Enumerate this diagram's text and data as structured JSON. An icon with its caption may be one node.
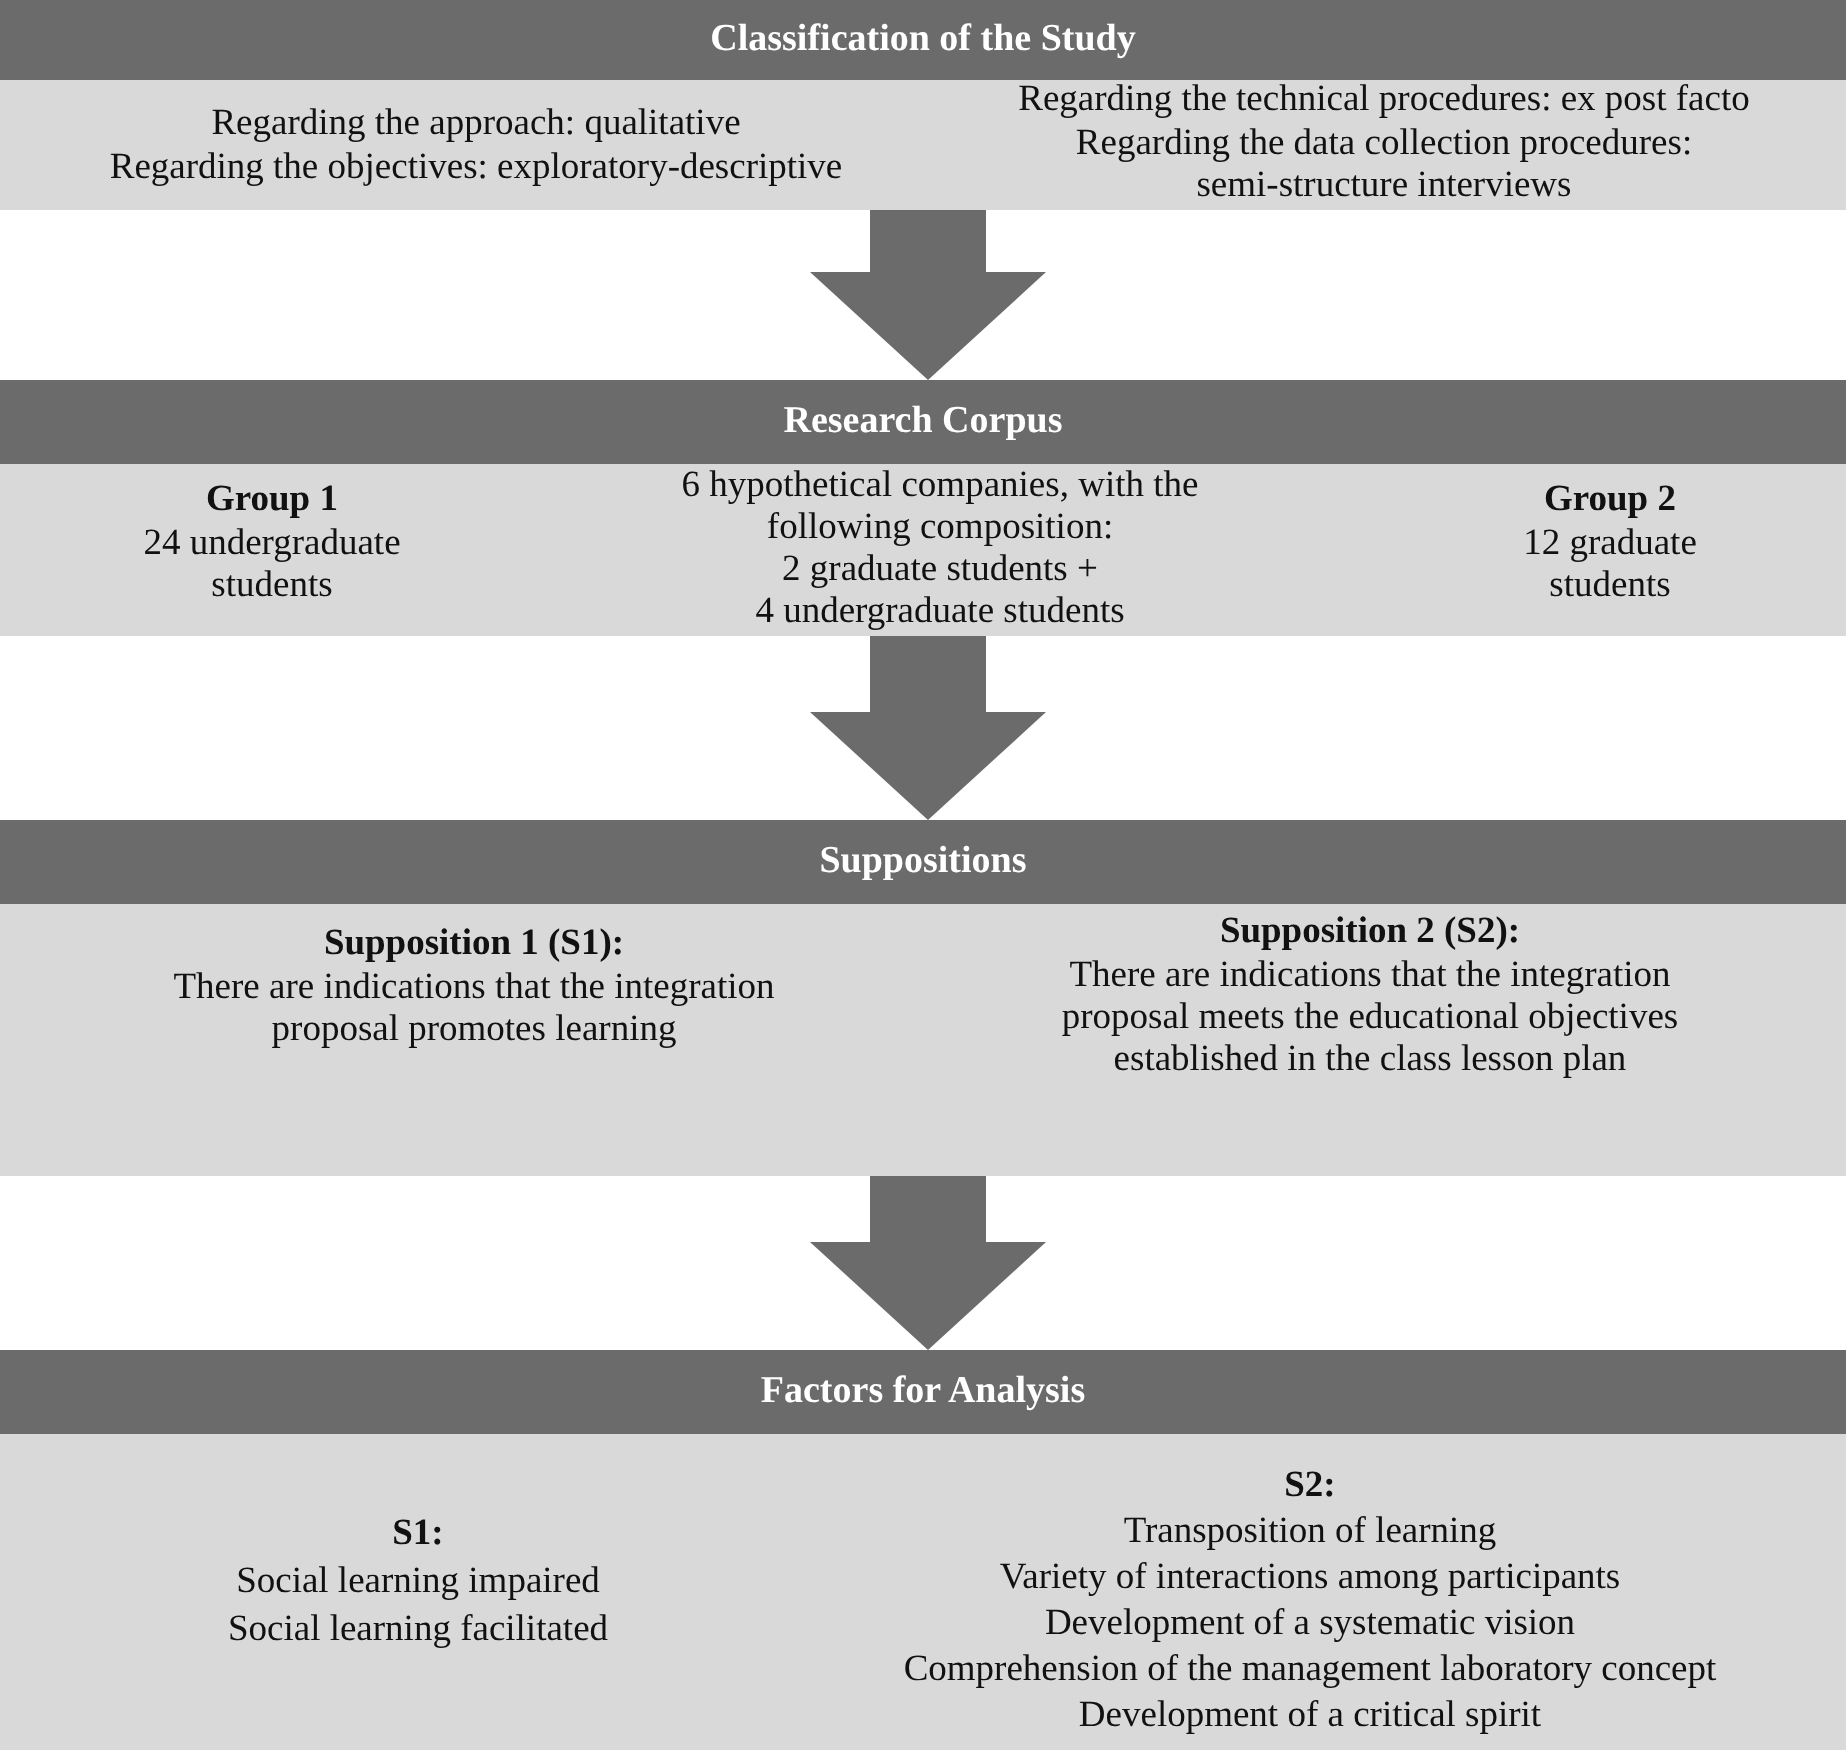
{
  "diagram": {
    "nodes": [
      {
        "text": [
          "Classification of the Study"
        ]
      },
      {
        "text": [
          "Regarding the approach: qualitative",
          "Regarding the objectives: exploratory-descriptive",
          "Regarding the technical procedures: ex post facto",
          "Regarding the data collection procedures: semi-structure interviews"
        ]
      },
      {
        "text": [
          "Research Corpus"
        ]
      },
      {
        "text": [
          "Group 1",
          "24 undergraduate students",
          "6 hypothetical companies, with the following composition:",
          "2 graduate students +",
          "4 undergraduate students",
          "Group 2",
          "12 graduate students"
        ]
      },
      {
        "text": [
          "Suppositions"
        ]
      },
      {
        "text": [
          "Supposition 1 (S1):",
          "There are indications that the integration proposal promotes learning",
          "Supposition 2 (S2):",
          "There are indications that the integration proposal meets the educational objectives established in the class lesson plan"
        ]
      },
      {
        "text": [
          "Factors for Analysis"
        ]
      },
      {
        "text": [
          "S1:",
          "Social learning impaired",
          "Social learning facilitated",
          "S2:",
          "Transposition of learning",
          "Variety of interactions among participants",
          "Development of a systematic vision",
          "Comprehension of the management laboratory concept",
          "Development of a critical spirit"
        ]
      }
    ],
    "edges": [
      {
        "from": 1,
        "to": 2,
        "arrow": "to"
      },
      {
        "from": 3,
        "to": 4,
        "arrow": "to"
      },
      {
        "from": 5,
        "to": 6,
        "arrow": "to"
      }
    ]
  }
}
